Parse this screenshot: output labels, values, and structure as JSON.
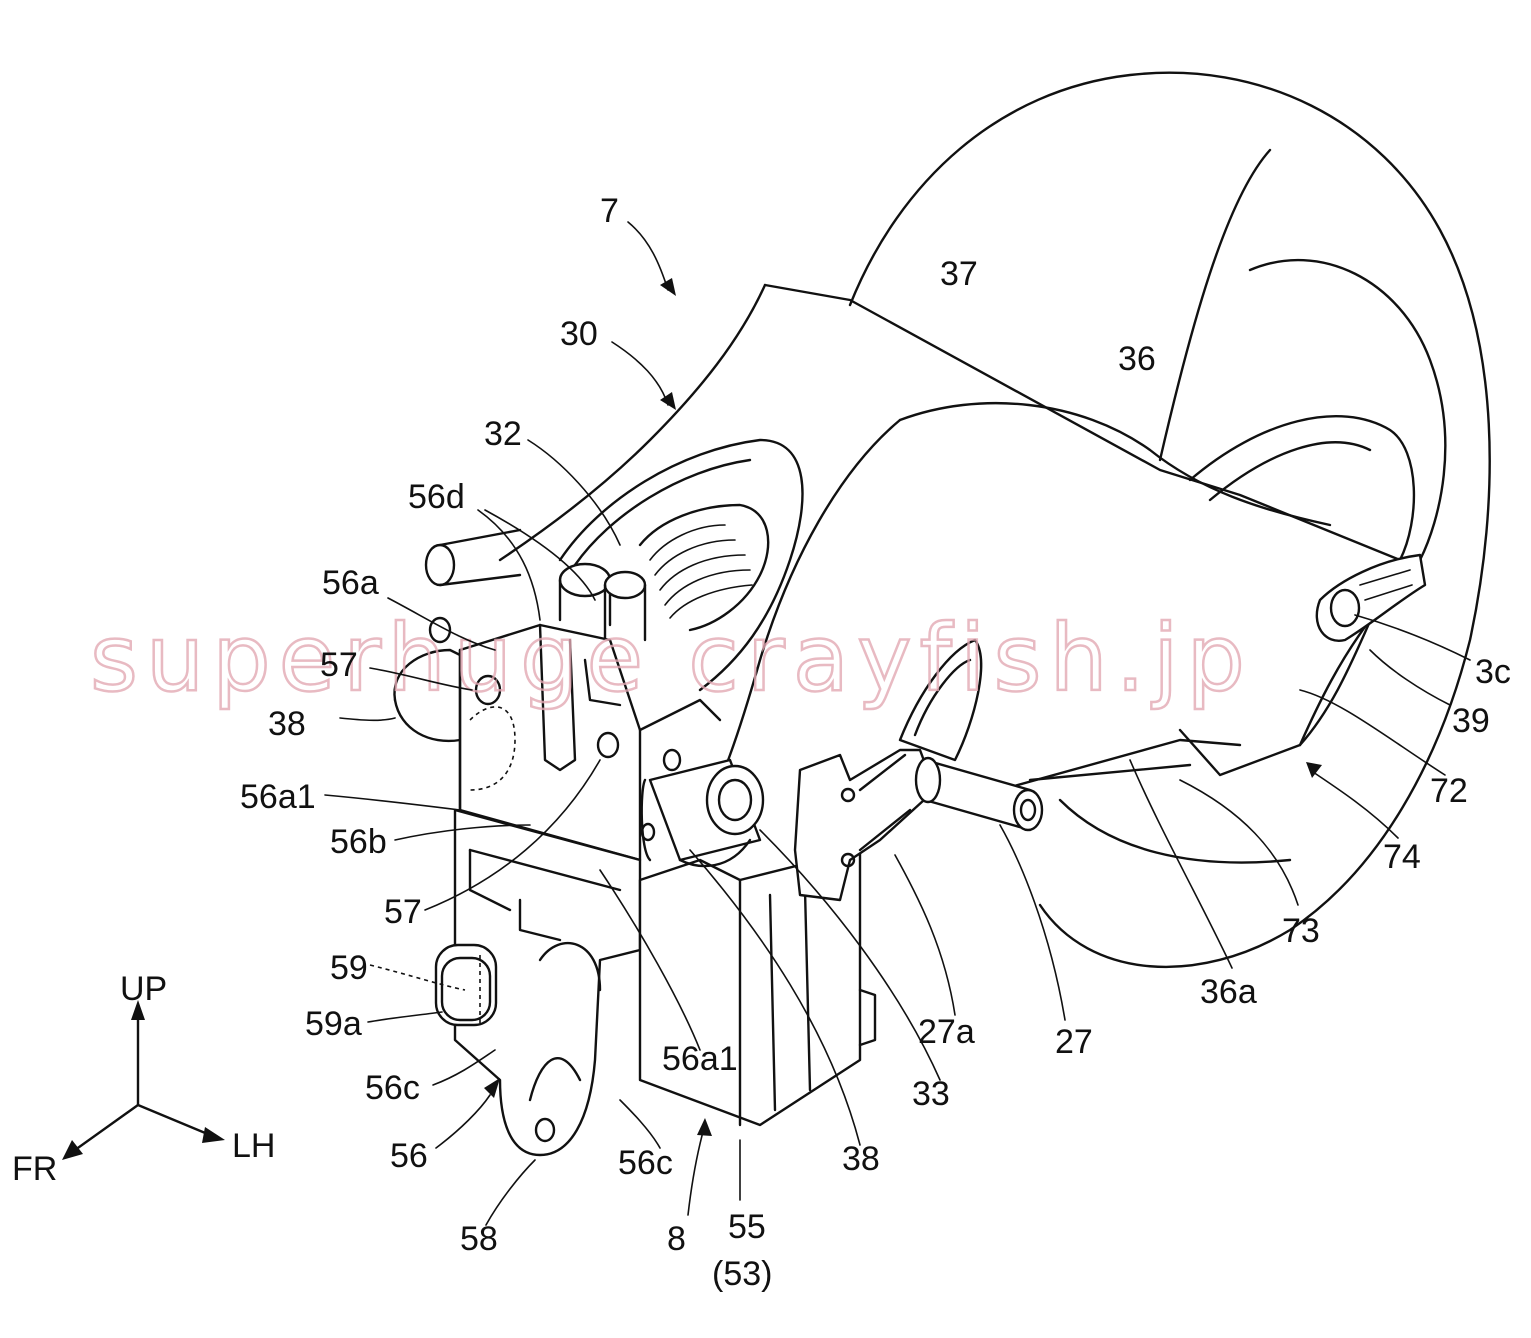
{
  "labels": {
    "l7": "7",
    "l30": "30",
    "l32": "32",
    "l37": "37",
    "l36": "36",
    "l56d": "56d",
    "l56a": "56a",
    "l57a": "57",
    "l38a": "38",
    "l56a1a": "56a1",
    "l56b": "56b",
    "l57b": "57",
    "l59": "59",
    "l59a": "59a",
    "l56c_a": "56c",
    "l56": "56",
    "l58": "58",
    "l56c_b": "56c",
    "l8": "8",
    "l55": "55",
    "l53": "(53)",
    "l56a1b": "56a1",
    "l38b": "38",
    "l33": "33",
    "l27a": "27a",
    "l27": "27",
    "l36a": "36a",
    "l73": "73",
    "l74": "74",
    "l72": "72",
    "l39": "39",
    "l3c": "3c"
  },
  "axes": {
    "up": "UP",
    "lh": "LH",
    "fr": "FR"
  },
  "watermark": "superhuge crayfish.jp"
}
